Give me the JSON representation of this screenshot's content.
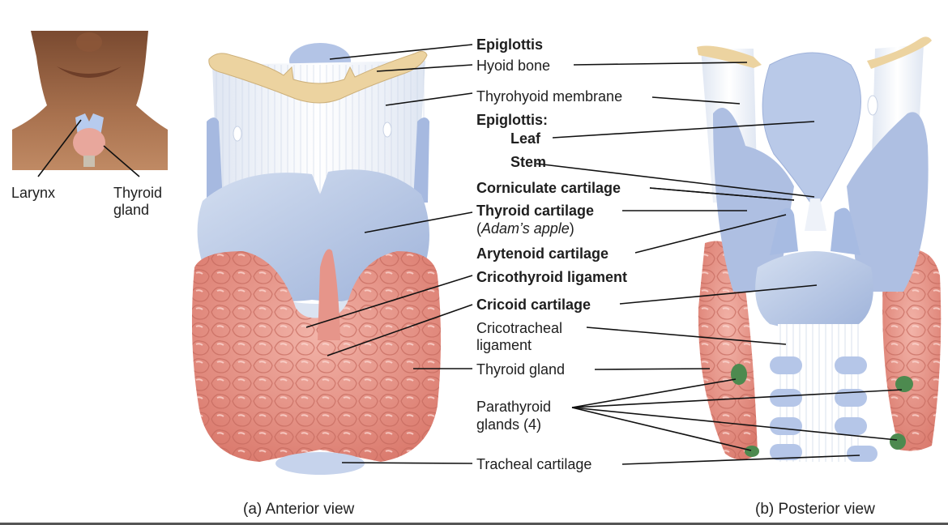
{
  "inset": {
    "labels": {
      "larynx": "Larynx",
      "thyroid_line1": "Thyroid",
      "thyroid_line2": "gland"
    }
  },
  "labels": {
    "epiglottis": "Epiglottis",
    "hyoid_bone": "Hyoid bone",
    "thyrohyoid_membrane": "Thyrohyoid membrane",
    "epiglottis_header": "Epiglottis:",
    "leaf": "Leaf",
    "stem": "Stem",
    "corniculate_cartilage": "Corniculate cartilage",
    "thyroid_cartilage": "Thyroid cartilage",
    "adams_apple_open": "(",
    "adams_apple": "Adam’s apple",
    "adams_apple_close": ")",
    "arytenoid_cartilage": "Arytenoid cartilage",
    "cricothyroid_ligament": "Cricothyroid ligament",
    "cricoid_cartilage": "Cricoid cartilage",
    "cricotracheal_line1": "Cricotracheal",
    "cricotracheal_line2": "ligament",
    "thyroid_gland": "Thyroid gland",
    "parathyroid_line1": "Parathyroid",
    "parathyroid_line2": "glands (4)",
    "tracheal_cartilage": "Tracheal cartilage"
  },
  "captions": {
    "anterior": "(a) Anterior view",
    "posterior": "(b) Posterior view"
  },
  "colors": {
    "cartilage": "#b9c9e6",
    "cartilage_dark": "#8fa6d0",
    "membrane": "#eef2f8",
    "bone": "#ecd3a0",
    "thyroid": "#e79a90",
    "thyroid_dark": "#cf7468",
    "parathyroid": "#4d8a4f",
    "skin": "#a56a48",
    "leader": "#111111"
  }
}
